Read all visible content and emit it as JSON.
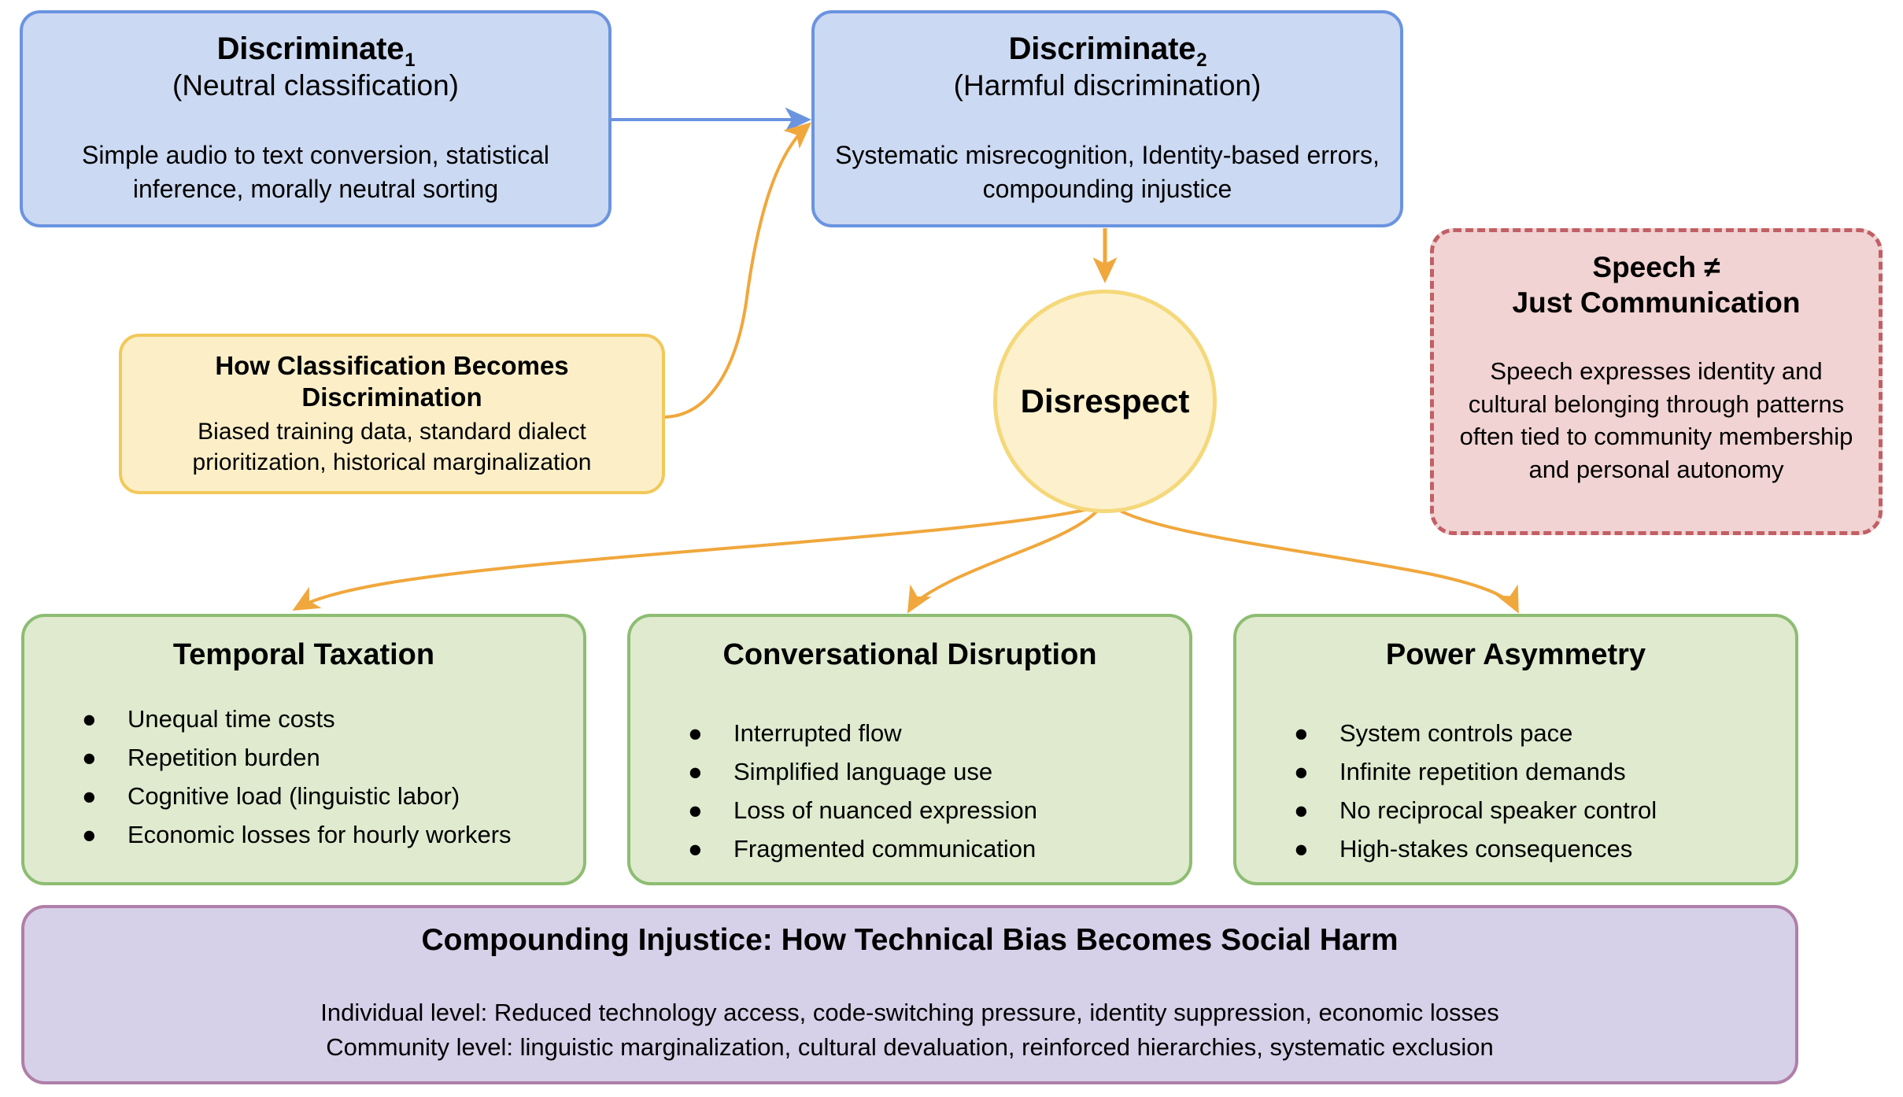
{
  "diagram": {
    "title": "Discrimination pipeline: from neutral classification to compounding social harm",
    "colors": {
      "blue_fill": "#ccd9f2",
      "blue_stroke": "#6a94e0",
      "yellow_fill": "#fcefc8",
      "yellow_stroke": "#f2c85a",
      "circle_fill": "#fcf0cd",
      "circle_stroke": "#f5d87a",
      "pink_fill": "#f0d3d2",
      "pink_stroke": "#c25f66",
      "green_fill": "#dfeacf",
      "green_stroke": "#8dbd72",
      "purple_fill": "#d6d0e8",
      "purple_stroke": "#b07fa8",
      "arrow_orange": "#f0a73c",
      "arrow_blue": "#6a94e0"
    },
    "nodes": {
      "discriminate1": {
        "title": "Discriminate",
        "subscript": "1",
        "subtitle": "(Neutral classification)",
        "body": "Simple audio to text conversion, statistical inference, morally neutral sorting"
      },
      "discriminate2": {
        "title": "Discriminate",
        "subscript": "2",
        "subtitle": "(Harmful discrimination)",
        "body": "Systematic misrecognition, Identity-based errors, compounding injustice"
      },
      "mechanism": {
        "title": "How Classification Becomes Discrimination",
        "body": "Biased training data, standard dialect prioritization, historical marginalization"
      },
      "disrespect": {
        "label": "Disrespect"
      },
      "speech_callout": {
        "title_line1": "Speech ≠",
        "title_line2": "Just Communication",
        "body": "Speech expresses identity and cultural belonging through patterns often tied to community membership and personal autonomy"
      },
      "harms": [
        {
          "title": "Temporal Taxation",
          "bullet_glyph": "●",
          "items": [
            "Unequal time costs",
            "Repetition burden",
            "Cognitive load (linguistic labor)",
            "Economic losses for hourly workers"
          ]
        },
        {
          "title": "Conversational Disruption",
          "bullet_glyph": "●",
          "items": [
            "Interrupted flow",
            "Simplified language use",
            "Loss of nuanced expression",
            "Fragmented communication"
          ]
        },
        {
          "title": "Power Asymmetry",
          "bullet_glyph": "●",
          "items": [
            "System controls pace",
            "Infinite repetition demands",
            "No reciprocal speaker control",
            "High-stakes consequences"
          ]
        }
      ],
      "summary": {
        "title": "Compounding Injustice: How Technical Bias Becomes Social Harm",
        "line1": "Individual level: Reduced technology access, code-switching pressure, identity suppression, economic losses",
        "line2": "Community level: linguistic marginalization, cultural devaluation, reinforced hierarchies, systematic exclusion"
      }
    },
    "edges": [
      {
        "name": "discriminate1-to-discriminate2",
        "style": "straight",
        "color": "#6a94e0"
      },
      {
        "name": "mechanism-to-discriminate2",
        "style": "curved",
        "color": "#f0a73c"
      },
      {
        "name": "discriminate2-to-disrespect",
        "style": "straight",
        "color": "#f0a73c"
      },
      {
        "name": "disrespect-to-temporal-taxation",
        "style": "curved",
        "color": "#f0a73c"
      },
      {
        "name": "disrespect-to-conversational-disruption",
        "style": "curved",
        "color": "#f0a73c"
      },
      {
        "name": "disrespect-to-power-asymmetry",
        "style": "curved",
        "color": "#f0a73c"
      }
    ]
  }
}
